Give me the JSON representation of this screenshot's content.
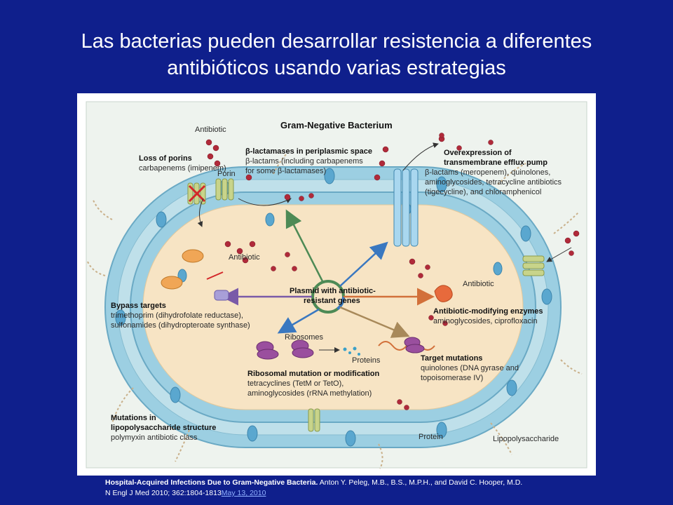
{
  "slide": {
    "title_line1": "Las bacterias pueden desarrollar resistencia a diferentes",
    "title_line2": "antibióticos usando varias estrategias"
  },
  "diagram": {
    "header": "Gram-Negative Bacterium",
    "antibiotic_top": "Antibiotic",
    "porins": {
      "title": "Loss of porins",
      "sub": "carbapenems (imipenem)"
    },
    "porin": "Porin",
    "blactamases": {
      "title": "β-lactamases in periplasmic space",
      "sub1": "β-lactams (including carbapenems",
      "sub2": "for some β-lactamases)"
    },
    "efflux": {
      "title1": "Overexpression of",
      "title2": "transmembrane efflux pump",
      "sub1": "β-lactams (meropenem), quinolones,",
      "sub2": "aminoglycosides, tetracycline antibiotics",
      "sub3": "(tigecycline), and chloramphenicol"
    },
    "antibiotic_center": "Antibiotic",
    "antibiotic_right": "Antibiotic",
    "plasmid1": "Plasmid with antibiotic-",
    "plasmid2": "resistant genes",
    "bypass": {
      "title": "Bypass targets",
      "sub1": "trimethoprim (dihydrofolate reductase),",
      "sub2": "sulfonamides (dihydropteroate synthase)"
    },
    "modifying": {
      "title": "Antibiotic-modifying enzymes",
      "sub": "aminoglycosides, ciprofloxacin"
    },
    "ribosomes": "Ribosomes",
    "proteins": "Proteins",
    "target": {
      "title": "Target mutations",
      "sub1": "quinolones (DNA gyrase and",
      "sub2": "topoisomerase IV)"
    },
    "ribosomal": {
      "title": "Ribosomal mutation or modification",
      "sub1": "tetracyclines (TetM or TetO),",
      "sub2": "aminoglycosides (rRNA methylation)"
    },
    "lps": {
      "title1": "Mutations in",
      "title2": "lipopolysaccharide structure",
      "sub": "polymyxin antibiotic class"
    },
    "protein": "Protein",
    "lipopolysaccharide": "Lipopolysaccharide"
  },
  "citation": {
    "bold": "Hospital-Acquired Infections Due to Gram-Negative Bacteria.",
    "authors": " Anton Y. Peleg, M.B., B.S., M.P.H., and David C. Hooper, M.D.",
    "journal": "N Engl J Med 2010; 362:1804-1813",
    "date_link": "May 13, 2010"
  },
  "colors": {
    "background": "#0f1f8c",
    "membrane": "#8ec8de",
    "cytoplasm": "#f7e4c4",
    "antibiotic": "#b02a3a",
    "arrow_green": "#4d8a55",
    "arrow_blue": "#3a78c0",
    "arrow_purple": "#7a5aa8",
    "arrow_orange": "#d2703a",
    "arrow_tan": "#a8895a"
  }
}
